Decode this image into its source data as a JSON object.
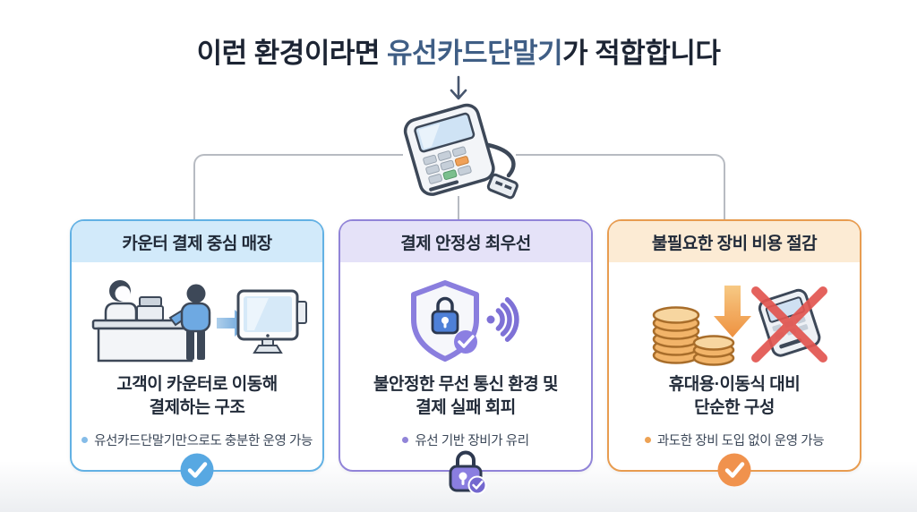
{
  "title": {
    "prefix": "이런 환경이라면 ",
    "highlight": "유선카드단말기",
    "suffix": "가 적합합니다"
  },
  "colors": {
    "title_text": "#1c2433",
    "title_highlight": "#3f5e85",
    "connector_line": "#b7bbc2",
    "page_bottom_tint": "#eceef1"
  },
  "hero": {
    "down_arrow_icon": "down-arrow-icon",
    "terminal_icon": "wired-card-terminal-illustration"
  },
  "cards": [
    {
      "header": "카운터 결제 중심 매장",
      "line1": "고객이 카운터로 이동해",
      "line2": "결제하는 구조",
      "bullet": "유선카드단말기만으로도 충분한 운영 가능",
      "icons": [
        "cashier-counter-illustration",
        "arrow-right-icon",
        "pos-monitor-icon"
      ],
      "badge_icon": "check-badge",
      "accent": "#62b1e4",
      "header_bg": "#d2eafa",
      "badge_color": "#57a8e2",
      "bullet_dot": "#85bce8"
    },
    {
      "header": "결제 안정성 최우선",
      "line1": "불안정한 무선 통신 환경 및",
      "line2": "결제 실패 회피",
      "bullet": "유선 기반 장비가 유리",
      "icons": [
        "shield-lock-check-icon",
        "wireless-signal-icon"
      ],
      "badge_icon": "padlock-check-badge",
      "accent": "#9184d8",
      "header_bg": "#e5e2f8",
      "badge_color": "#7b6fd2",
      "bullet_dot": "#9184d8"
    },
    {
      "header": "불필요한 장비 비용 절감",
      "line1": "휴대용·이동식 대비",
      "line2": "단순한 구성",
      "bullet": "과도한 장비 도입 없이 운영 가능",
      "icons": [
        "coins-decrease-icon",
        "crossed-terminal-icon"
      ],
      "badge_icon": "check-badge",
      "accent": "#e89c50",
      "header_bg": "#fcebd4",
      "badge_color": "#f0924d",
      "bullet_dot": "#eda254"
    }
  ]
}
